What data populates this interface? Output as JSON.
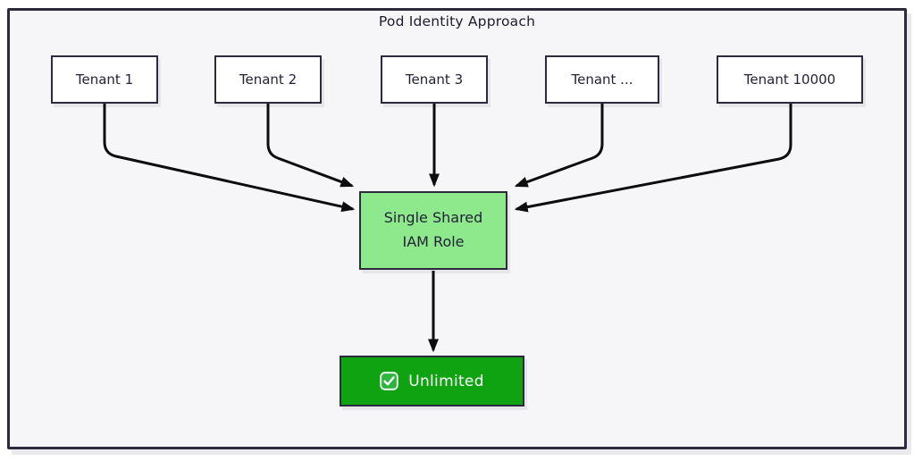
{
  "title": "Pod Identity Approach",
  "tenants": [
    {
      "label": "Tenant 1"
    },
    {
      "label": "Tenant 2"
    },
    {
      "label": "Tenant 3"
    },
    {
      "label": "Tenant ..."
    },
    {
      "label": "Tenant 10000"
    }
  ],
  "iam_role": {
    "line1": "Single Shared",
    "line2": "IAM Role"
  },
  "result": {
    "label": "Unlimited",
    "icon": "check-icon"
  },
  "colors": {
    "canvas_bg": "#f6f6f9",
    "frame_border": "#2b2b3d",
    "box_border": "#2b2b3d",
    "tenant_fill": "#ffffff",
    "iam_fill": "#8ee88c",
    "result_fill": "#0fa312",
    "result_text": "#ffffff",
    "text": "#232338",
    "arrow": "#0d0d0d"
  }
}
